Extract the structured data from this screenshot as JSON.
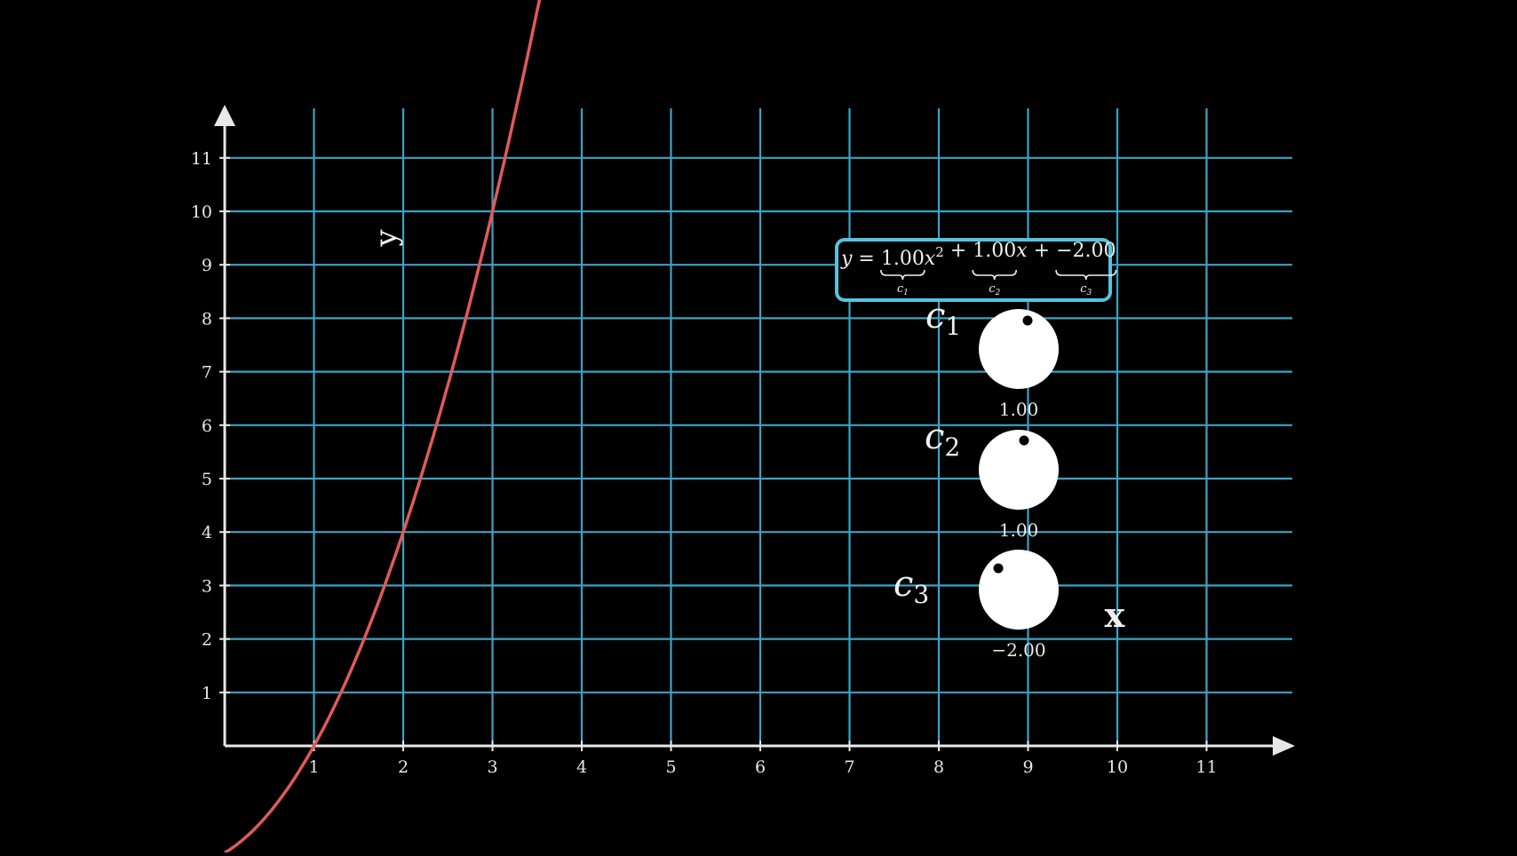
{
  "chart_data": {
    "type": "line",
    "xlabel": "x",
    "ylabel": "y",
    "xlim": [
      0,
      12
    ],
    "ylim": [
      0,
      12
    ],
    "x_ticks": [
      1,
      2,
      3,
      4,
      5,
      6,
      7,
      8,
      9,
      10,
      11
    ],
    "y_ticks": [
      1,
      2,
      3,
      4,
      5,
      6,
      7,
      8,
      9,
      10,
      11
    ],
    "grid": true,
    "series": [
      {
        "function": "c1*x^2 + c2*x + c3",
        "color": "#E05A5A"
      }
    ],
    "coefficients": [
      {
        "label": "c",
        "sub": "1",
        "value": 1.0,
        "value_label": "1.00"
      },
      {
        "label": "c",
        "sub": "2",
        "value": 1.0,
        "value_label": "1.00"
      },
      {
        "label": "c",
        "sub": "3",
        "value": -2.0,
        "value_label": "−2.00"
      }
    ],
    "equation": {
      "lhs": "y =",
      "terms": [
        {
          "value": "1.00",
          "var": "x",
          "power": "2",
          "op": "+",
          "brace": "c",
          "brace_sub": "1"
        },
        {
          "value": "1.00",
          "var": "x",
          "power": "",
          "op": "+",
          "brace": "c",
          "brace_sub": "2"
        },
        {
          "value": "−2.00",
          "var": "",
          "power": "",
          "op": "",
          "brace": "c",
          "brace_sub": "3"
        }
      ]
    }
  },
  "colors": {
    "background": "#000000",
    "grid": "#3aa3c4",
    "axis": "#e8e8e8",
    "curve": "#e05a5a",
    "equation_border": "#55c3dd",
    "knob": "#ffffff"
  }
}
